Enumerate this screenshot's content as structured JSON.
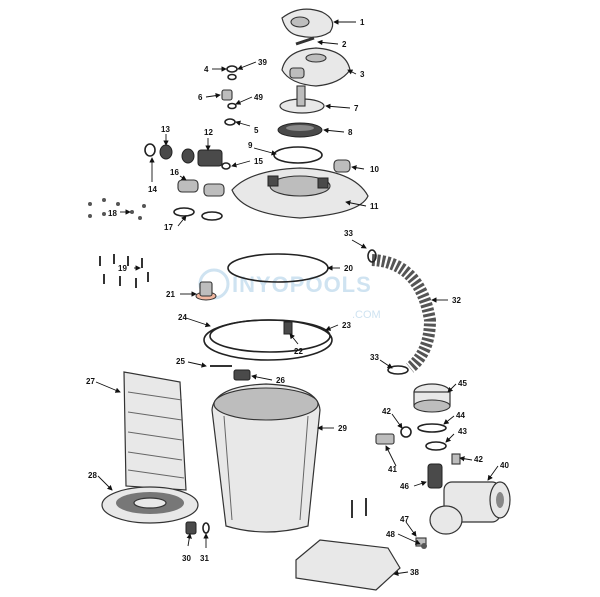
{
  "watermark": {
    "brand": "INYOPOOLS",
    "suffix": ".COM"
  },
  "callouts": [
    "1",
    "2",
    "3",
    "4",
    "39",
    "6",
    "49",
    "7",
    "5",
    "8",
    "9",
    "10",
    "12",
    "13",
    "15",
    "11",
    "14",
    "16",
    "18",
    "17",
    "33",
    "20",
    "19",
    "32",
    "21",
    "24",
    "23",
    "22",
    "25",
    "26",
    "33",
    "27",
    "45",
    "42",
    "44",
    "29",
    "43",
    "42",
    "40",
    "41",
    "46",
    "28",
    "47",
    "48",
    "30",
    "31",
    "38"
  ]
}
